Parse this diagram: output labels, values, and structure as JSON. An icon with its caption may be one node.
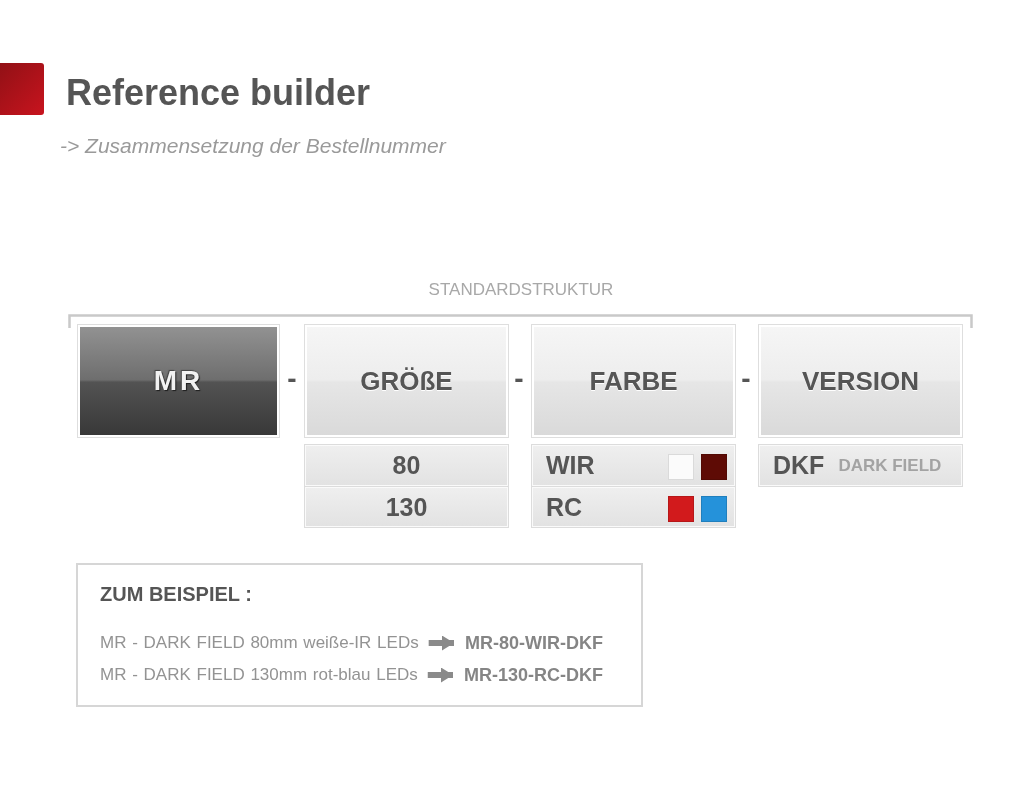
{
  "diagram": {
    "title": "Reference builder",
    "nodes": [
      {
        "text": [
          "MR"
        ]
      },
      {
        "text": [
          "GRÖßE"
        ]
      },
      {
        "text": [
          "FARBE"
        ]
      },
      {
        "text": [
          "VERSION"
        ]
      },
      {
        "text": [
          "80"
        ]
      },
      {
        "text": [
          "130"
        ]
      },
      {
        "text": [
          "WIR"
        ]
      },
      {
        "text": [
          "RC"
        ]
      },
      {
        "text": [
          "DKF",
          "DARK FIELD"
        ]
      },
      {
        "text": [
          "ZUM BEISPIEL :"
        ]
      },
      {
        "text": [
          "MR - DARK FIELD 80mm weiße-IR LEDs"
        ],
        "in": 9
      },
      {
        "text": [
          "MR-80-WIR-DKF"
        ],
        "in": 9
      },
      {
        "text": [
          "MR - DARK FIELD 130mm rot-blau LEDs"
        ],
        "in": 9
      },
      {
        "text": [
          "MR-130-RC-DKF"
        ],
        "in": 9
      }
    ],
    "edges": [
      {
        "from": 10,
        "to": 11,
        "arrow": "to"
      },
      {
        "from": 12,
        "to": 13,
        "arrow": "to"
      }
    ],
    "labels": [
      "-> Zusammensetzung der Bestellnummer",
      "STANDARDSTRUKTUR",
      "-",
      "-",
      "-"
    ]
  }
}
